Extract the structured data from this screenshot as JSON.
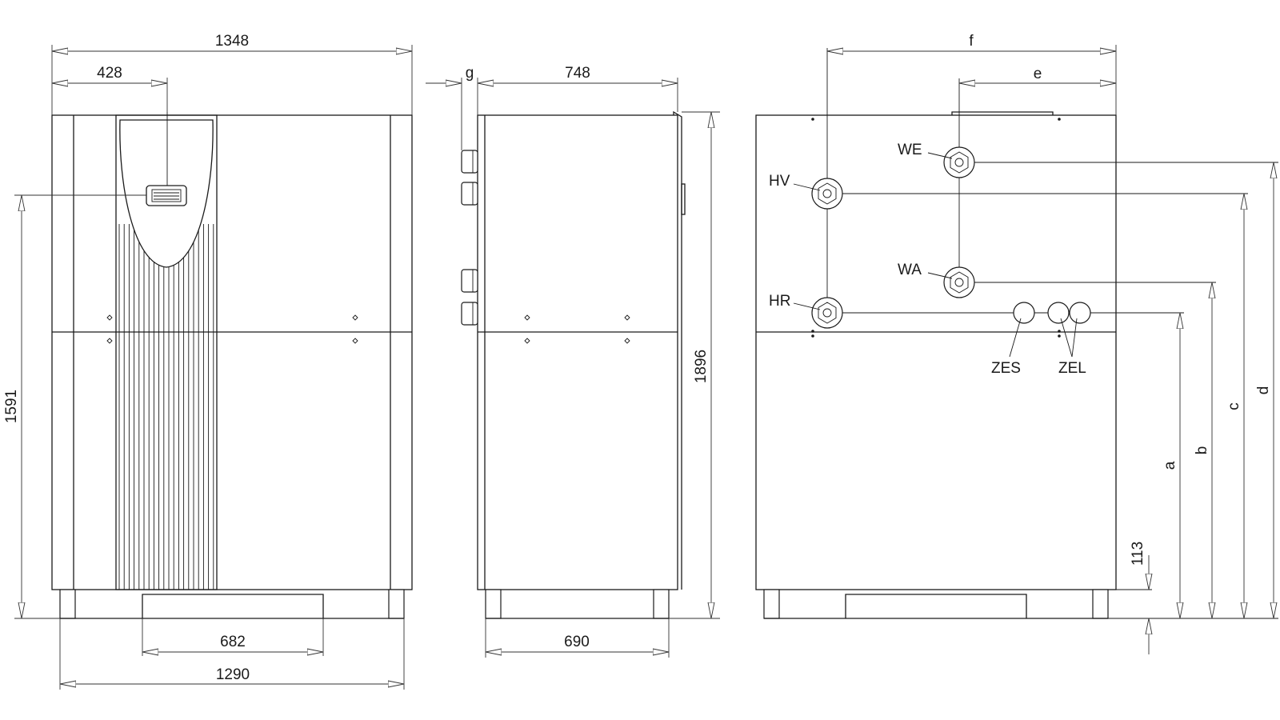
{
  "front_view": {
    "width_total": "1348",
    "width_offset": "428",
    "height_display": "1591",
    "base_inner": "682",
    "base_outer": "1290"
  },
  "side_view": {
    "gap": "g",
    "depth": "748",
    "height_total": "1896",
    "base_depth": "690"
  },
  "rear_view": {
    "width_f": "f",
    "width_e": "e",
    "height_a": "a",
    "height_b": "b",
    "height_c": "c",
    "height_d": "d",
    "base_height": "113",
    "connections": {
      "we": "WE",
      "hv": "HV",
      "wa": "WA",
      "hr": "HR",
      "zes": "ZES",
      "zel": "ZEL"
    }
  }
}
